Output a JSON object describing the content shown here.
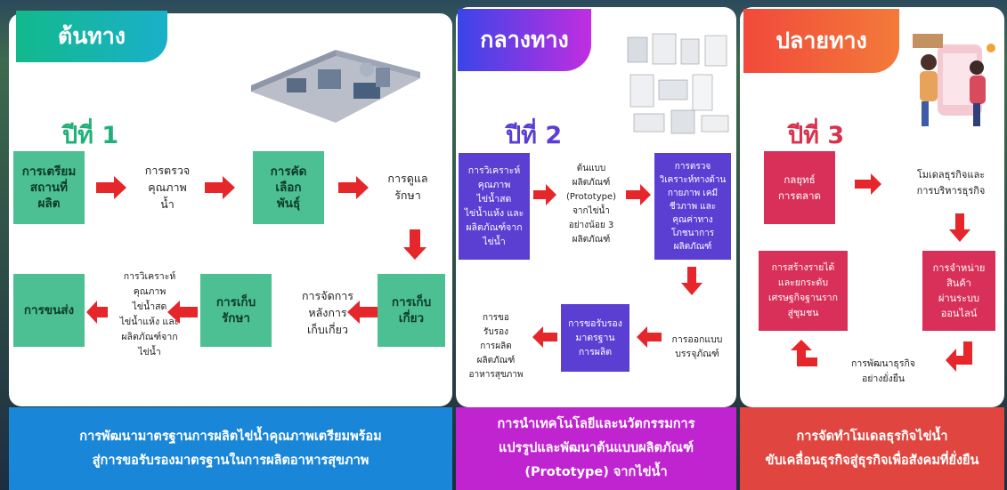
{
  "columns": [
    {
      "header": "ต้นทาง",
      "year": "ปีที่ 1"
    },
    {
      "header": "กลางทาง",
      "year": "ปีที่ 2"
    },
    {
      "header": "ปลายทาง",
      "year": "ปีที่ 3"
    }
  ],
  "col1": {
    "b1": "การเตรียม\nสถานที่\nผลิต",
    "t1": "การตรวจ\nคุณภาพ\nน้ำ",
    "b2": "การคัด\nเลือก\nพันธุ์",
    "t2": "การดูแล\nรักษา",
    "b3": "การเก็บ\nเกี่ยว",
    "t3": "การจัดการ\nหลังการ\nเก็บเกี่ยว",
    "b4": "การเก็บ\nรักษา",
    "t4": "การวิเคราะห์\nคุณภาพ\nไข่น้ำสด\nไข่น้ำแห้ง และ\nผลิตภัณฑ์จาก\nไข่น้ำ",
    "b5": "การขนส่ง"
  },
  "col2": {
    "b1": "การวิเคราะห์\nคุณภาพ\nไข่น้ำสด\nไข่น้ำแห้ง และ\nผลิตภัณฑ์จาก\nไข่น้ำ",
    "t1": "ต้นแบบ\nผลิตภัณฑ์\n(Prototype)\nจากไข่น้ำ\nอย่างน้อย 3\nผลิตภัณฑ์",
    "b2": "การตรวจ\nวิเคราะห์ทางด้าน\nกายภาพ เคมี\nชีวภาพ และ\nคุณค่าทาง\nโภชนาการ\nผลิตภัณฑ์",
    "t2": "การออกแบบ\nบรรจุภัณฑ์",
    "b3": "การขอรับรอง\nมาตรฐาน\nการผลิต",
    "t3": "การขอ\nรับรอง\nการผลิต\nผลิตภัณฑ์\nอาหารสุขภาพ"
  },
  "col3": {
    "b1": "กลยุทธ์\nการตลาด",
    "t1": "โมเดลธุรกิจและ\nการบริหารธุรกิจ",
    "b2": "การจำหน่าย\nสินค้า\nผ่านระบบ\nออนไลน์",
    "t2": "การพัฒนาธุรกิจ\nอย่างยั่งยืน",
    "b3": "การสร้างรายได้\nและยกระดับ\nเศรษฐกิจฐานราก\nสู่ชุมชน"
  },
  "bars": [
    {
      "l1": "การพัฒนามาตรฐานการผลิตไข่น้ำคุณภาพเตรียมพร้อม",
      "l2": "สู่การขอรับรองมาตรฐานในการผลิตอาหารสุขภาพ",
      "l3": ""
    },
    {
      "l1": "การนำเทคโนโลยีและนวัตกรรมการ",
      "l2": "แปรรูปและพัฒนาต้นแบบผลิตภัณฑ์",
      "l3": "(Prototype) จากไข่น้ำ"
    },
    {
      "l1": "การจัดทำโมเดลธุรกิจไข่น้ำ",
      "l2": "ขับเคลื่อนธุรกิจสู่ธุรกิจเพื่อสังคมที่ยั่งยืน",
      "l3": ""
    }
  ],
  "colors": {
    "green": "#4cbf93",
    "purple": "#5b3fd3",
    "red": "#d9305a",
    "arrow": "#e5262b"
  }
}
